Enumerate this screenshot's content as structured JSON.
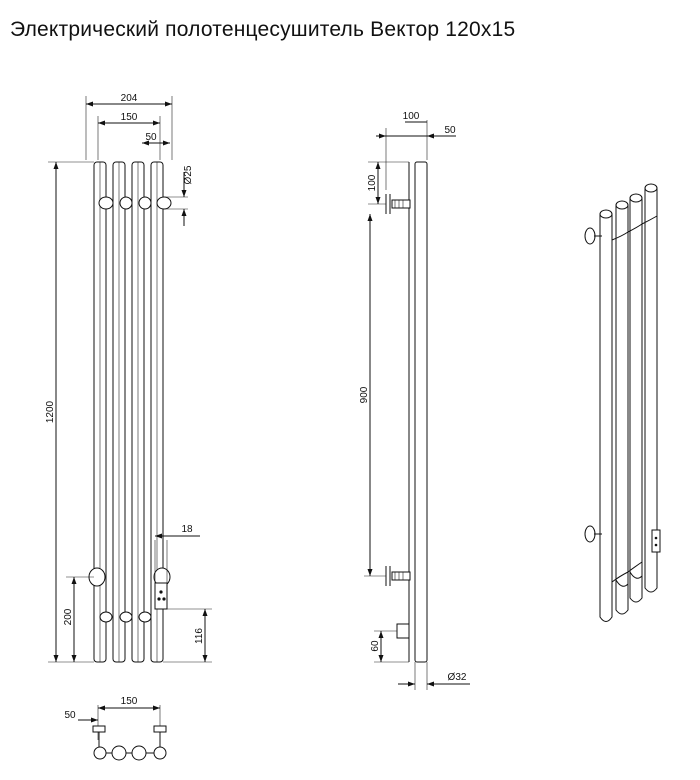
{
  "title": "Электрический полотенцесушитель Вектор 120х15",
  "front_view": {
    "width": "204",
    "span": "150",
    "wall_offset": "50",
    "tube_diameter": "Ø25",
    "height": "1200",
    "bracket_height": "200",
    "box_height": "116",
    "box_width": "18"
  },
  "side_view": {
    "depth": "100",
    "offset": "50",
    "top_offset": "100",
    "mount_spacing": "900",
    "bottom_offset": "60",
    "tube_diameter": "Ø32"
  },
  "top_view": {
    "offset": "50",
    "span": "150"
  }
}
